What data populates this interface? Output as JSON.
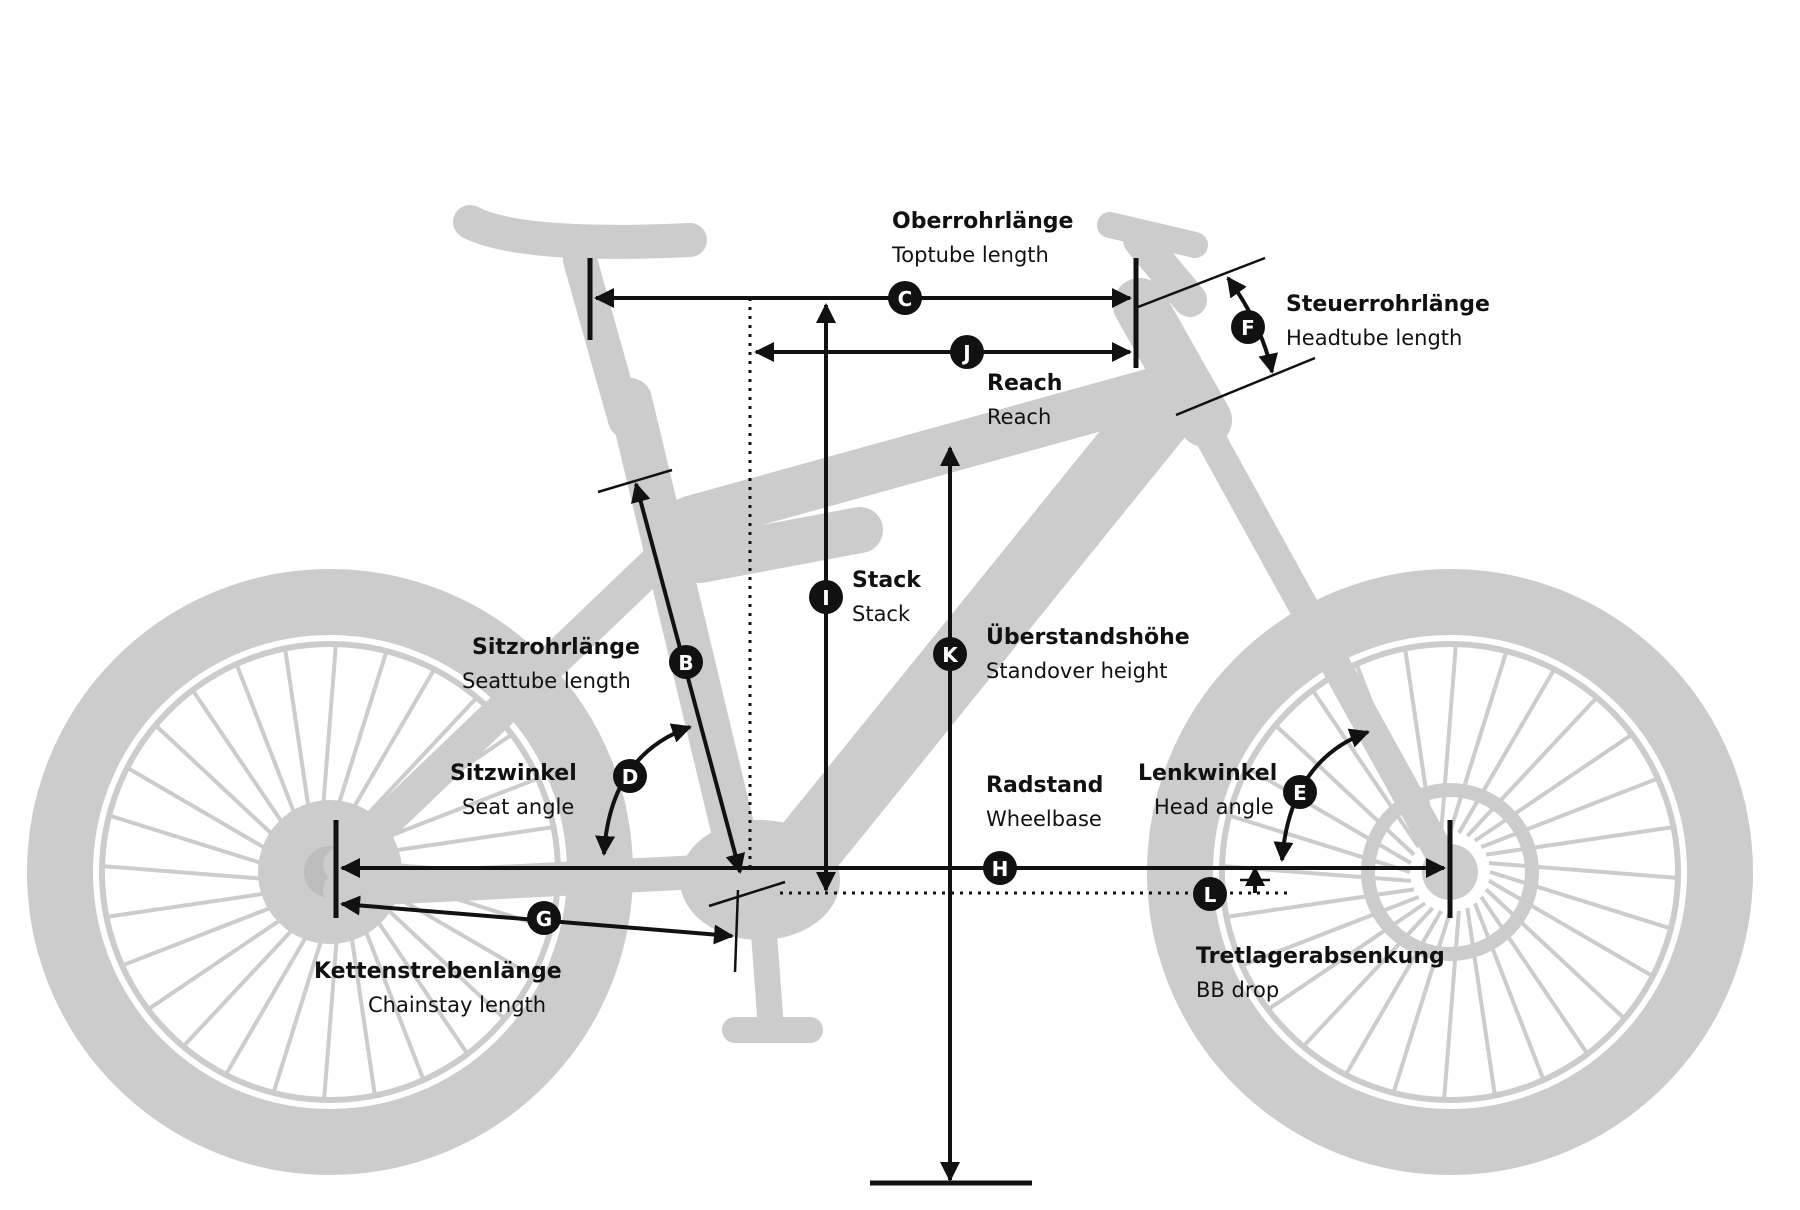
{
  "dimensions": [
    {
      "key": "oberrohr",
      "letter": "C",
      "label_de": "Oberrohrlänge",
      "label_en": "Toptube length"
    },
    {
      "key": "reach",
      "letter": "J",
      "label_de": "Reach",
      "label_en": "Reach"
    },
    {
      "key": "steuerrohr",
      "letter": "F",
      "label_de": "Steuerrohrlänge",
      "label_en": "Headtube length"
    },
    {
      "key": "stack",
      "letter": "I",
      "label_de": "Stack",
      "label_en": "Stack"
    },
    {
      "key": "ueberstand",
      "letter": "K",
      "label_de": "Überstandshöhe",
      "label_en": "Standover height"
    },
    {
      "key": "sitzrohr",
      "letter": "B",
      "label_de": "Sitzrohrlänge",
      "label_en": "Seattube length"
    },
    {
      "key": "sitzwinkel",
      "letter": "D",
      "label_de": "Sitzwinkel",
      "label_en": "Seat angle"
    },
    {
      "key": "radstand",
      "letter": "H",
      "label_de": "Radstand",
      "label_en": "Wheelbase"
    },
    {
      "key": "lenkwinkel",
      "letter": "E",
      "label_de": "Lenkwinkel",
      "label_en": "Head angle"
    },
    {
      "key": "kettenstreben",
      "letter": "G",
      "label_de": "Kettenstrebenlänge",
      "label_en": "Chainstay length"
    },
    {
      "key": "tretlager",
      "letter": "L",
      "label_de": "Tretlagerabsenkung",
      "label_en": "BB drop"
    }
  ],
  "colors": {
    "bike": "#cccccc",
    "lines": "#111111",
    "badge": "#111111",
    "background": "#ffffff"
  }
}
